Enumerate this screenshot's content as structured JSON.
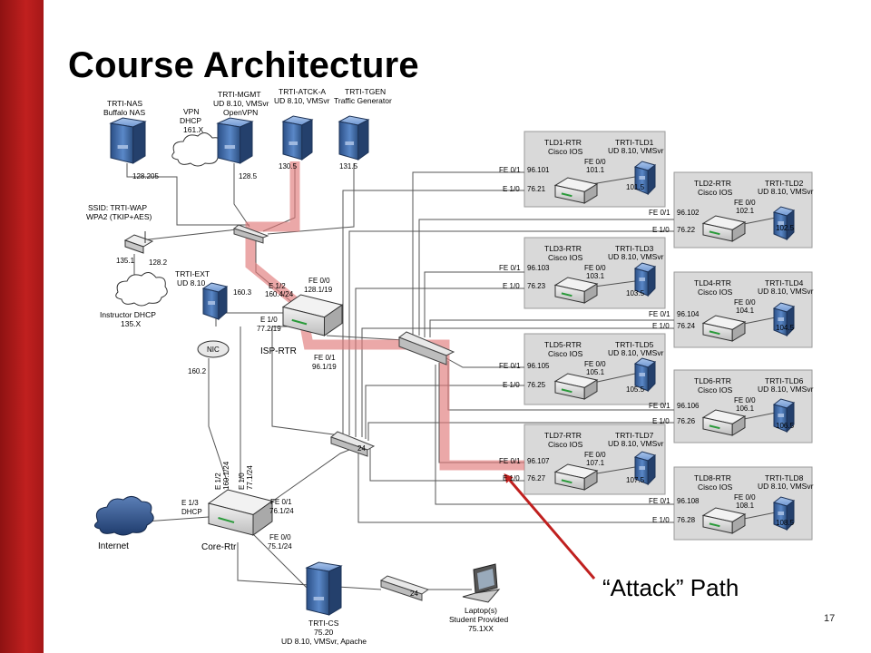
{
  "slide": {
    "title": "Course Architecture",
    "page_number": "17",
    "callout": "“Attack” Path",
    "attack_path_color": "#e07a7a",
    "arrow_color": "#c0201f",
    "accent_bar_color": "#b01b1b"
  },
  "servers": {
    "nas": {
      "name": "TRTI-NAS",
      "line2": "Buffalo NAS",
      "ip": "128.205"
    },
    "vpn": {
      "line1": "VPN",
      "line2": "DHCP",
      "line3": "161.X"
    },
    "mgmt": {
      "name": "TRTI-MGMT",
      "line2": "UD 8.10, VMSvr",
      "line3": "OpenVPN",
      "ip": "128.5"
    },
    "atck": {
      "name": "TRTI-ATCK-A",
      "line2": "UD 8.10, VMSvr",
      "ip": "130.5"
    },
    "tgen": {
      "name": "TRTI-TGEN",
      "line2": "Traffic Generator",
      "ip": "131.5"
    },
    "ext": {
      "name": "TRTI-EXT",
      "line2": "UD 8.10",
      "ip": "160.3"
    },
    "cs": {
      "name": "TRTI-CS",
      "line2": "75.20",
      "line3": "UD 8.10, VMSvr, Apache"
    }
  },
  "wap": {
    "line1": "SSID: TRTI-WAP",
    "line2": "WPA2 (TKIP+AES)",
    "ip_a": "135.1",
    "ip_b": "128.2"
  },
  "instructor_dhcp": {
    "line1": "Instructor DHCP",
    "line2": "135.X"
  },
  "nic": {
    "label": "NIC",
    "ip": "160.2"
  },
  "isp": {
    "name": "ISP-RTR",
    "e12": "E 1/2",
    "e12_ip": "160.4/24",
    "fe00": "FE 0/0",
    "fe00_ip": "128.1/19",
    "e10": "E 1/0",
    "e10_ip": "77.2/19",
    "fe01": "FE 0/1",
    "fe01_ip": "96.1/19"
  },
  "core": {
    "name": "Core-Rtr",
    "e13": "E 1/3",
    "e13_sub": "DHCP",
    "e12": "E 1/2",
    "e12_ip": "160.1/24",
    "e10": "E 1/0",
    "e10_ip": "77.1/24",
    "fe01": "FE 0/1",
    "fe01_ip": "76.1/24",
    "fe00": "FE 0/0",
    "fe00_ip": "75.1/24"
  },
  "internet": {
    "label": "Internet"
  },
  "switch_port": "24",
  "laptop": {
    "line1": "Laptop(s)",
    "line2": "Student Provided",
    "line3": "75.1XX"
  },
  "tld": [
    {
      "rtr": "TLD1-RTR",
      "ios": "Cisco IOS",
      "srv": "TRTI-TLD1",
      "srv_os": "UD 8.10, VMSvr",
      "fe01": "FE 0/1",
      "fe01_ip": "96.101",
      "e10": "E 1/0",
      "e10_ip": "76.21",
      "fe00": "FE 0/0",
      "fe00_ip": "101.1",
      "srv_ip": "101.5"
    },
    {
      "rtr": "TLD2-RTR",
      "ios": "Cisco IOS",
      "srv": "TRTI-TLD2",
      "srv_os": "UD 8.10, VMSvr",
      "fe01": "FE 0/1",
      "fe01_ip": "96.102",
      "e10": "E 1/0",
      "e10_ip": "76.22",
      "fe00": "FE 0/0",
      "fe00_ip": "102.1",
      "srv_ip": "102.5"
    },
    {
      "rtr": "TLD3-RTR",
      "ios": "Cisco IOS",
      "srv": "TRTI-TLD3",
      "srv_os": "UD 8.10, VMSvr",
      "fe01": "FE 0/1",
      "fe01_ip": "96.103",
      "e10": "E 1/0",
      "e10_ip": "76.23",
      "fe00": "FE 0/0",
      "fe00_ip": "103.1",
      "srv_ip": "103.5"
    },
    {
      "rtr": "TLD4-RTR",
      "ios": "Cisco IOS",
      "srv": "TRTI-TLD4",
      "srv_os": "UD 8.10, VMSvr",
      "fe01": "FE 0/1",
      "fe01_ip": "96.104",
      "e10": "E 1/0",
      "e10_ip": "76.24",
      "fe00": "FE 0/0",
      "fe00_ip": "104.1",
      "srv_ip": "104.5"
    },
    {
      "rtr": "TLD5-RTR",
      "ios": "Cisco IOS",
      "srv": "TRTI-TLD5",
      "srv_os": "UD 8.10, VMSvr",
      "fe01": "FE 0/1",
      "fe01_ip": "96.105",
      "e10": "E 1/0",
      "e10_ip": "76.25",
      "fe00": "FE 0/0",
      "fe00_ip": "105.1",
      "srv_ip": "105.5"
    },
    {
      "rtr": "TLD6-RTR",
      "ios": "Cisco IOS",
      "srv": "TRTI-TLD6",
      "srv_os": "UD 8.10, VMSvr",
      "fe01": "FE 0/1",
      "fe01_ip": "96.106",
      "e10": "E 1/0",
      "e10_ip": "76.26",
      "fe00": "FE 0/0",
      "fe00_ip": "106.1",
      "srv_ip": "106.5"
    },
    {
      "rtr": "TLD7-RTR",
      "ios": "Cisco IOS",
      "srv": "TRTI-TLD7",
      "srv_os": "UD 8.10, VMSvr",
      "fe01": "FE 0/1",
      "fe01_ip": "96.107",
      "e10": "E 1/0",
      "e10_ip": "76.27",
      "fe00": "FE 0/0",
      "fe00_ip": "107.1",
      "srv_ip": "107.5"
    },
    {
      "rtr": "TLD8-RTR",
      "ios": "Cisco IOS",
      "srv": "TRTI-TLD8",
      "srv_os": "UD 8.10, VMSvr",
      "fe01": "FE 0/1",
      "fe01_ip": "96.108",
      "e10": "E 1/0",
      "e10_ip": "76.28",
      "fe00": "FE 0/0",
      "fe00_ip": "108.1",
      "srv_ip": "108.5"
    }
  ]
}
